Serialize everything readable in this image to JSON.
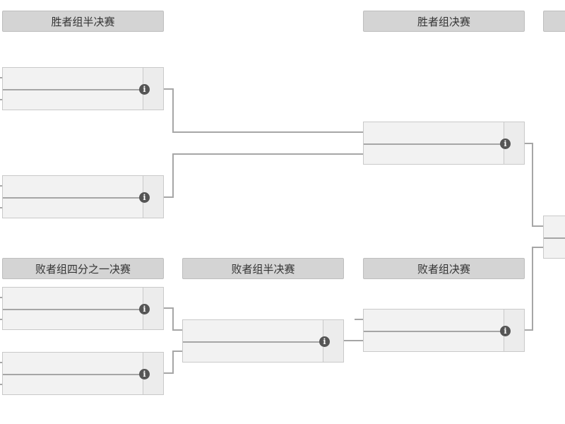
{
  "rounds": {
    "winners_semifinal": "胜者组半决赛",
    "winners_final": "胜者组决赛",
    "losers_quarterfinal": "败者组四分之一决赛",
    "losers_semifinal": "败者组半决赛",
    "losers_final": "败者组决赛"
  },
  "icons": {
    "info": "info-icon",
    "info_glyph": "i"
  },
  "colors": {
    "header_bg": "#d4d4d4",
    "match_bg": "#f2f2f2",
    "connector": "#a6a6a6",
    "icon": "#555555"
  }
}
